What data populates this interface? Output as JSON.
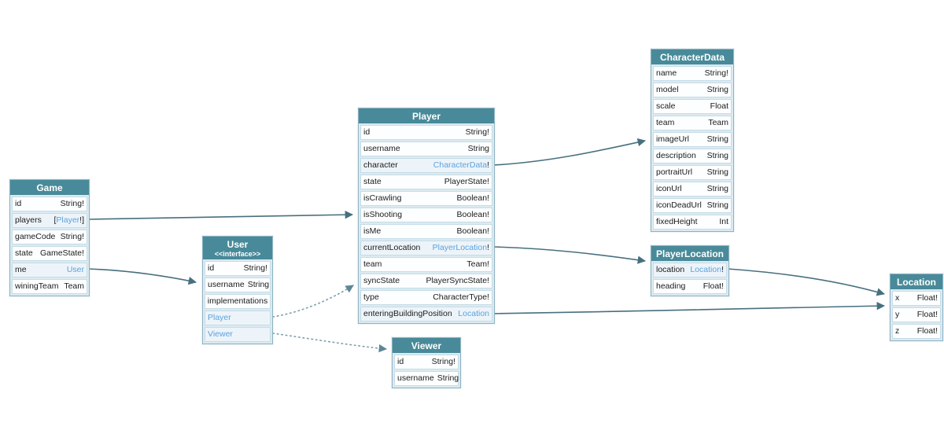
{
  "diagram": {
    "colors": {
      "header_bg": "#488a99",
      "link_text": "#5aa2df",
      "solid_arrow": "#47707e",
      "dotted_arrow": "#7b9fac",
      "row_bg": "#fdfeff",
      "linked_row_bg": "#edf4f9",
      "table_border": "#8fb3c2"
    },
    "tables": {
      "game": {
        "title": "Game",
        "subtitle": "",
        "fields": [
          {
            "name": "id",
            "type": "String!"
          },
          {
            "name": "players",
            "type_prefix": "[",
            "link": "Player",
            "type_suffix": "!]"
          },
          {
            "name": "gameCode",
            "type": "String!"
          },
          {
            "name": "state",
            "type": "GameState!"
          },
          {
            "name": "me",
            "type_prefix": "",
            "link": "User",
            "type_suffix": ""
          },
          {
            "name": "winingTeam",
            "type": "Team"
          }
        ]
      },
      "user": {
        "title": "User",
        "subtitle": "<<interface>>",
        "fields": [
          {
            "name": "id",
            "type": "String!"
          },
          {
            "name": "username",
            "type": "String"
          },
          {
            "kind": "section",
            "label": "implementations"
          },
          {
            "kind": "link",
            "label": "Player"
          },
          {
            "kind": "link",
            "label": "Viewer"
          }
        ]
      },
      "player": {
        "title": "Player",
        "subtitle": "",
        "fields": [
          {
            "name": "id",
            "type": "String!"
          },
          {
            "name": "username",
            "type": "String"
          },
          {
            "name": "character",
            "type_prefix": "",
            "link": "CharacterData",
            "type_suffix": "!"
          },
          {
            "name": "state",
            "type": "PlayerState!"
          },
          {
            "name": "isCrawling",
            "type": "Boolean!"
          },
          {
            "name": "isShooting",
            "type": "Boolean!"
          },
          {
            "name": "isMe",
            "type": "Boolean!"
          },
          {
            "name": "currentLocation",
            "type_prefix": "",
            "link": "PlayerLocation",
            "type_suffix": "!"
          },
          {
            "name": "team",
            "type": "Team!"
          },
          {
            "name": "syncState",
            "type": "PlayerSyncState!"
          },
          {
            "name": "type",
            "type": "CharacterType!"
          },
          {
            "name": "enteringBuildingPosition",
            "type_prefix": "",
            "link": "Location",
            "type_suffix": ""
          }
        ]
      },
      "viewer": {
        "title": "Viewer",
        "subtitle": "",
        "fields": [
          {
            "name": "id",
            "type": "String!"
          },
          {
            "name": "username",
            "type": "String"
          }
        ]
      },
      "characterdata": {
        "title": "CharacterData",
        "subtitle": "",
        "fields": [
          {
            "name": "name",
            "type": "String!"
          },
          {
            "name": "model",
            "type": "String"
          },
          {
            "name": "scale",
            "type": "Float"
          },
          {
            "name": "team",
            "type": "Team"
          },
          {
            "name": "imageUrl",
            "type": "String"
          },
          {
            "name": "description",
            "type": "String"
          },
          {
            "name": "portraitUrl",
            "type": "String"
          },
          {
            "name": "iconUrl",
            "type": "String"
          },
          {
            "name": "iconDeadUrl",
            "type": "String"
          },
          {
            "name": "fixedHeight",
            "type": "Int"
          }
        ]
      },
      "playerlocation": {
        "title": "PlayerLocation",
        "subtitle": "",
        "fields": [
          {
            "name": "location",
            "type_prefix": "",
            "link": "Location",
            "type_suffix": "!"
          },
          {
            "name": "heading",
            "type": "Float!"
          }
        ]
      },
      "location": {
        "title": "Location",
        "subtitle": "",
        "fields": [
          {
            "name": "x",
            "type": "Float!"
          },
          {
            "name": "y",
            "type": "Float!"
          },
          {
            "name": "z",
            "type": "Float!"
          }
        ]
      }
    },
    "edges": [
      {
        "id": "game-players",
        "from": "Game.players",
        "to": "Player",
        "style": "solid"
      },
      {
        "id": "game-me",
        "from": "Game.me",
        "to": "User",
        "style": "solid"
      },
      {
        "id": "player-character",
        "from": "Player.character",
        "to": "CharacterData",
        "style": "solid"
      },
      {
        "id": "player-currentlocation",
        "from": "Player.currentLocation",
        "to": "PlayerLocation",
        "style": "solid"
      },
      {
        "id": "playerlocation-location",
        "from": "PlayerLocation.location",
        "to": "Location",
        "style": "solid"
      },
      {
        "id": "player-enteringbuildingposition",
        "from": "Player.enteringBuildingPosition",
        "to": "Location",
        "style": "solid"
      },
      {
        "id": "user-impl-player",
        "from": "User.Player",
        "to": "Player",
        "style": "dotted"
      },
      {
        "id": "user-impl-viewer",
        "from": "User.Viewer",
        "to": "Viewer",
        "style": "dotted"
      }
    ]
  }
}
